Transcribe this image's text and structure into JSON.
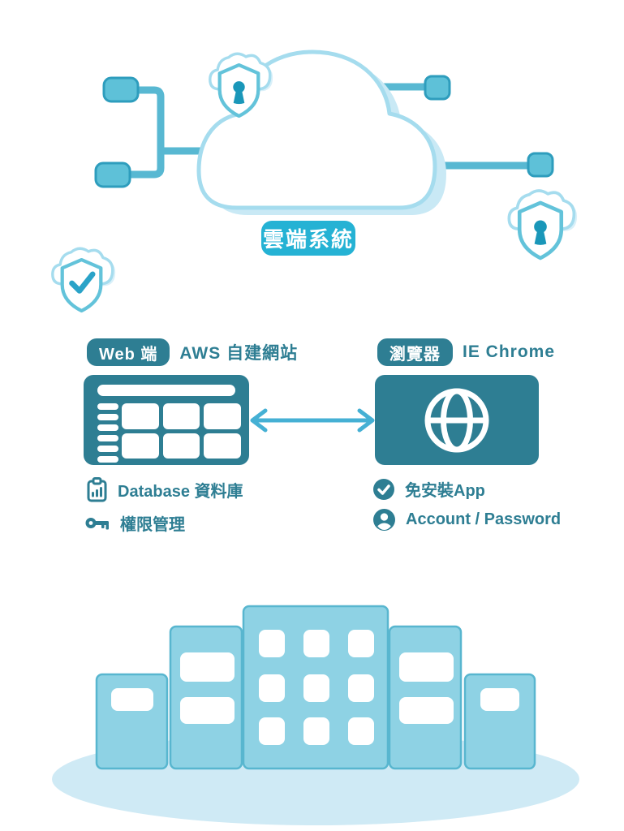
{
  "colors": {
    "primary_teal": "#2e7e93",
    "badge_cyan": "#25b2d4",
    "arrow_blue": "#45b0d4",
    "connector_blue": "#58b8d2",
    "node_fill": "#5ec1d8",
    "node_border": "#2e9dbd",
    "cloud_outline": "#a5dcee",
    "cloud_shadow": "#c9e9f5",
    "shield_outline": "#63c3da",
    "keyhole_teal": "#1a97b9",
    "check_blue": "#2aa3c8",
    "building_fill": "#8ed2e4",
    "building_border": "#58b6cf",
    "ground_ellipse": "#cfeaf5"
  },
  "cloud": {
    "badge": "雲端系統"
  },
  "web": {
    "badge": "Web 端",
    "title": "AWS 自建網站",
    "features": [
      {
        "icon": "database-chart-icon",
        "label": "Database 資料庫"
      },
      {
        "icon": "key-icon",
        "label": "權限管理"
      }
    ]
  },
  "browser": {
    "badge": "瀏覽器",
    "title": "IE Chrome",
    "features": [
      {
        "icon": "check-circle-icon",
        "label": "免安裝App"
      },
      {
        "icon": "user-circle-icon",
        "label": "Account / Password"
      }
    ]
  }
}
